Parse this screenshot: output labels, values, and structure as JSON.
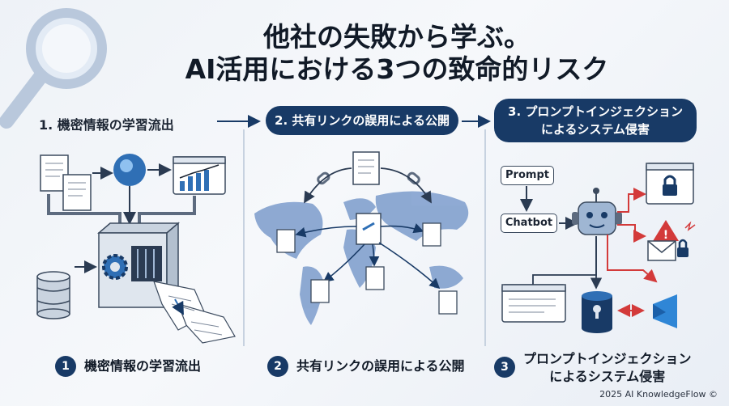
{
  "title": {
    "line1": "他社の失敗から学ぶ。",
    "line2": "AI活用における3つの致命的リスク"
  },
  "steps": [
    {
      "header": "1. 機密情報の学習流出",
      "number": "1",
      "caption": "機密情報の学習流出"
    },
    {
      "header": "2. 共有リンクの誤用による公開",
      "number": "2",
      "caption": "共有リンクの誤用による公開"
    },
    {
      "header_line1": "3. プロンプトインジェクション",
      "header_line2": "によるシステム侵害",
      "number": "3",
      "caption_line1": "プロンプトインジェクション",
      "caption_line2": "によるシステム侵害"
    }
  ],
  "labels": {
    "prompt": "Prompt",
    "chatbot": "Chatbot"
  },
  "footer": "2025 AI KnowledgeFlow ©",
  "colors": {
    "navy": "#183a66",
    "accent_blue": "#2f6fb5",
    "alert_red": "#d33a3a",
    "map_blue": "#7c9ccc"
  },
  "icons": [
    "magnifier-icon",
    "document-icon",
    "chart-window-icon",
    "ai-orb-icon",
    "shredder-machine-icon",
    "gear-icon",
    "database-icon",
    "world-map-icon",
    "link-icon",
    "robot-icon",
    "lock-window-icon",
    "mail-lock-icon",
    "warning-icon",
    "vault-database-icon",
    "vscode-icon",
    "browser-window-icon"
  ]
}
